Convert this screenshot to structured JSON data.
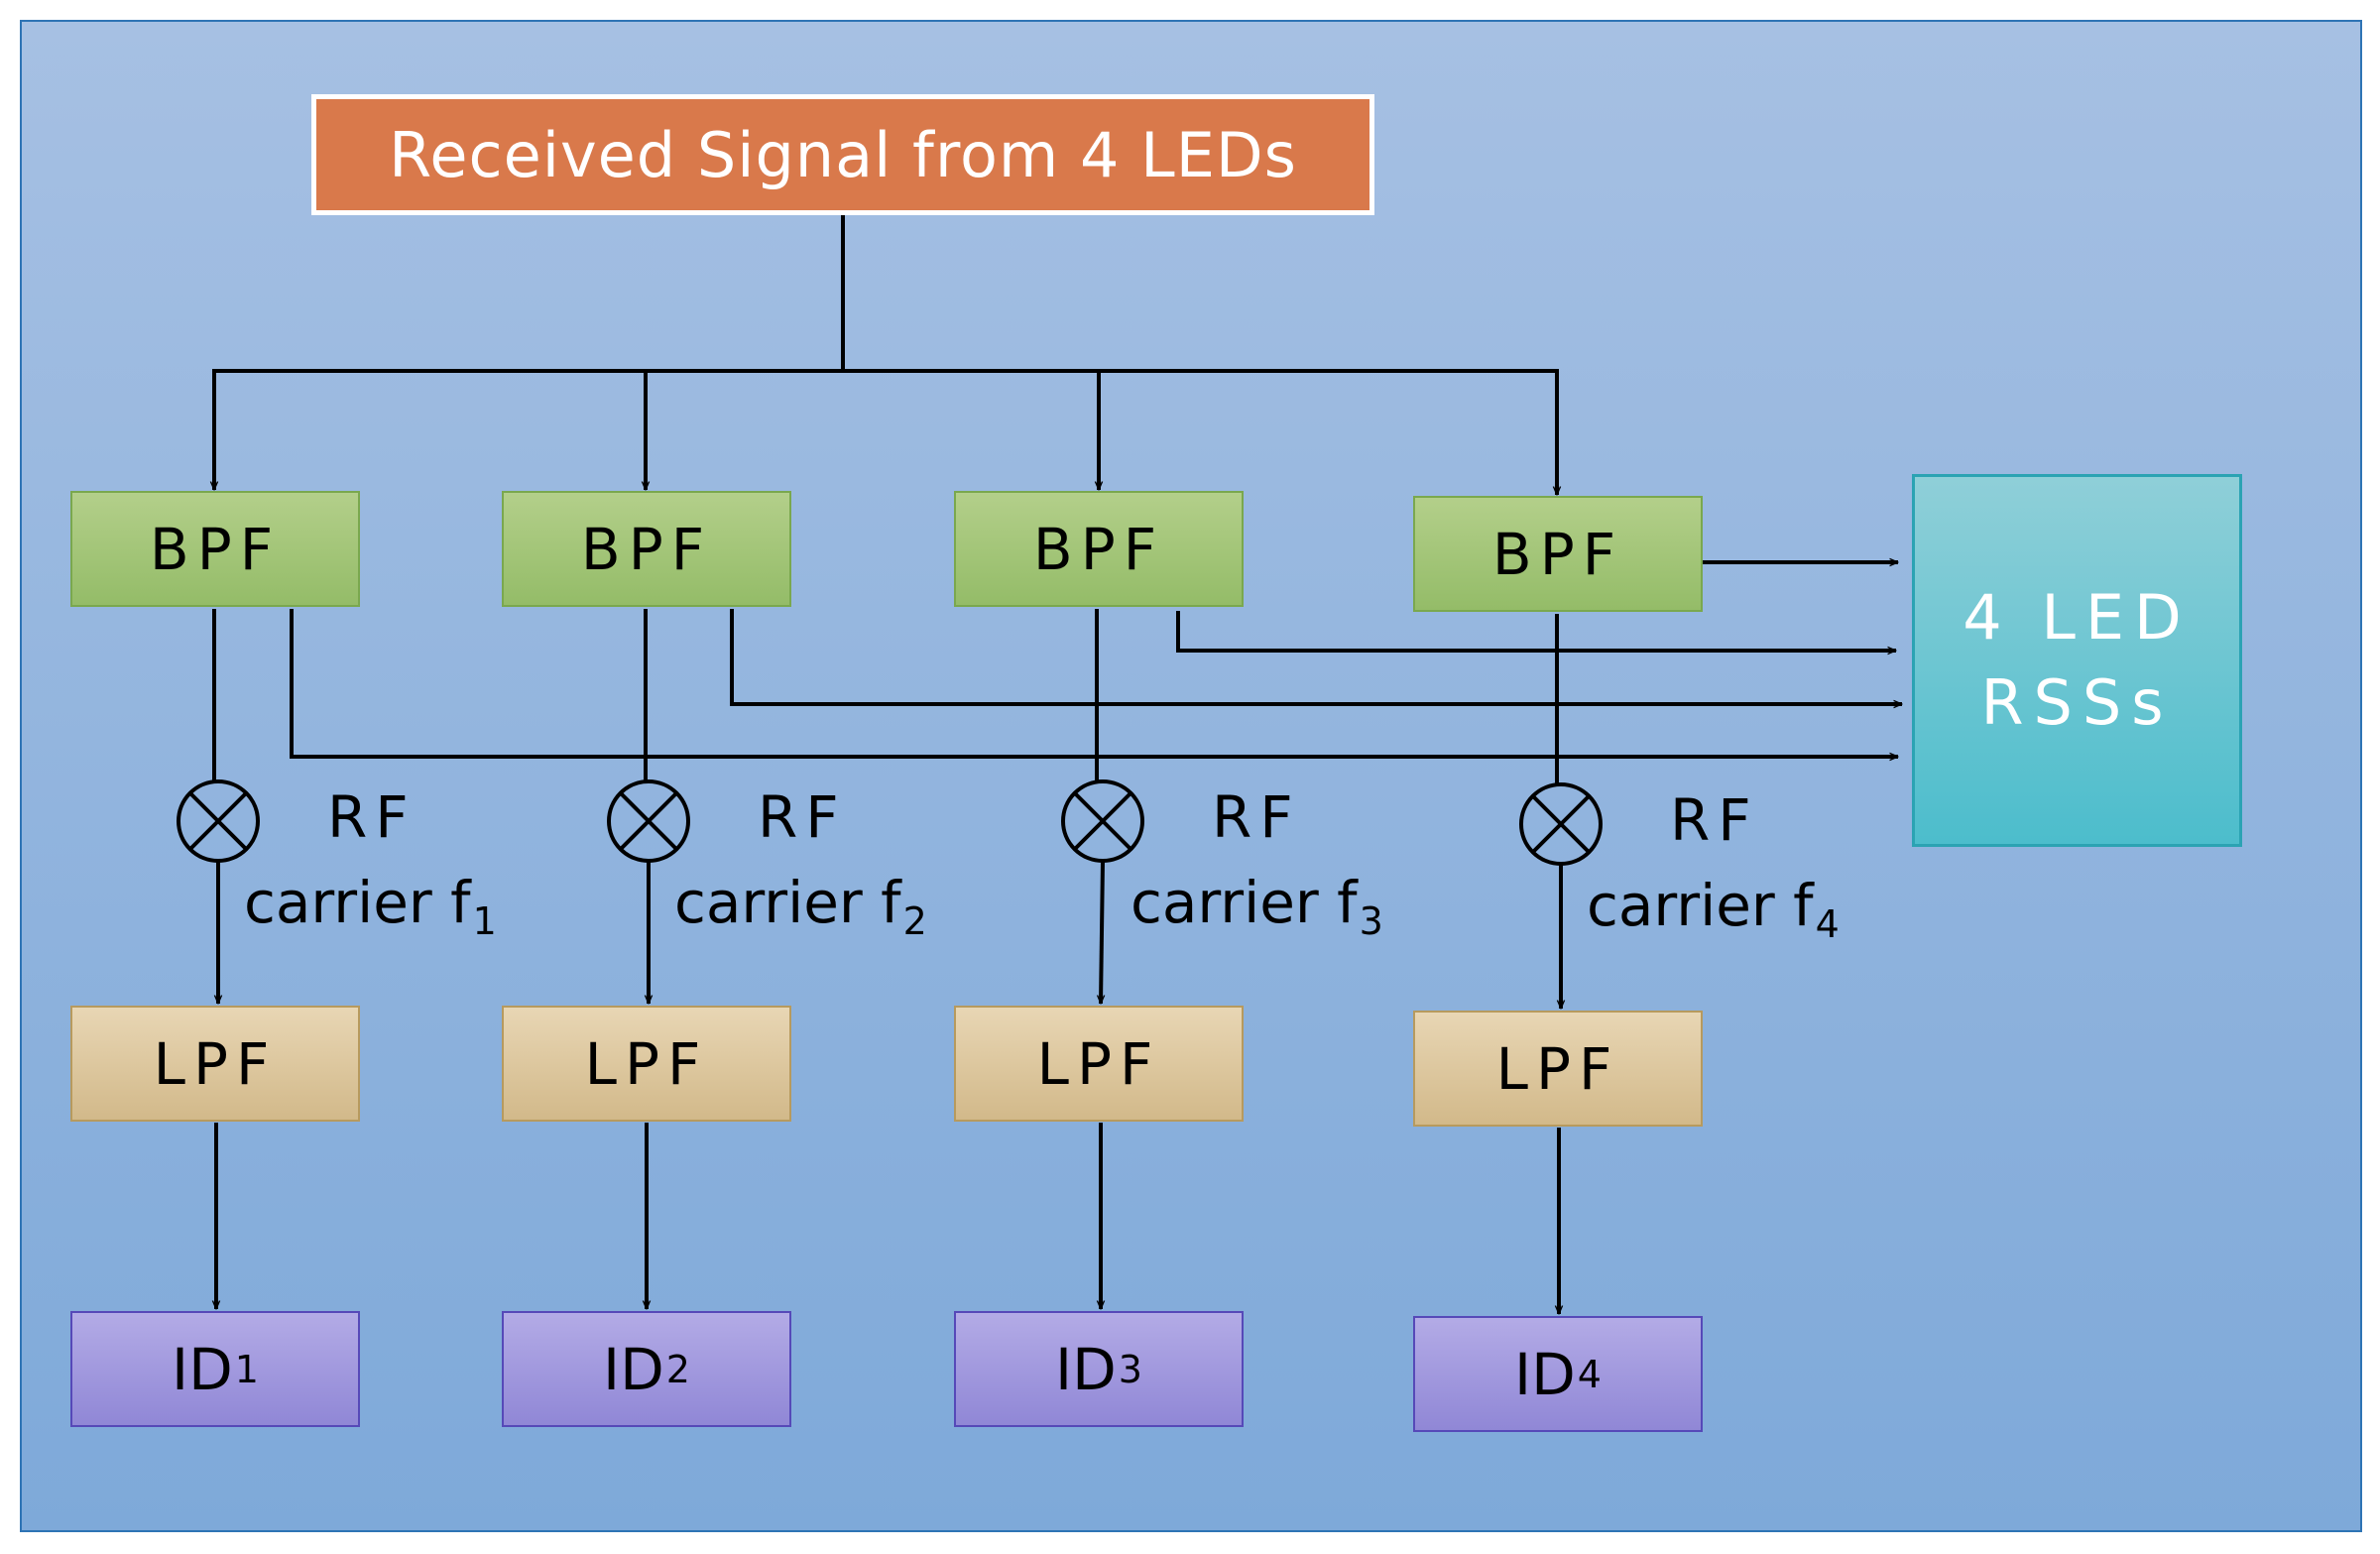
{
  "title": "Received Signal from 4 LEDs",
  "bpf_label": "BPF",
  "lpf_label": "LPF",
  "rf_label": "RF",
  "carrier_prefix": "carrier f",
  "subscripts": [
    "1",
    "2",
    "3",
    "4"
  ],
  "id_prefix": "ID",
  "rss_box": {
    "line1": "4 LED",
    "line2": "RSSs"
  },
  "colors": {
    "background": "#8fb3de",
    "title_fill": "#d9794b",
    "bpf_fill": "#a6c67a",
    "lpf_fill": "#ddc79f",
    "id_fill": "#a39bde",
    "rss_fill": "#6fc7d2",
    "wire": "#000000"
  },
  "icons": {
    "mixer": "multiplier-circle-x-icon",
    "arrow": "arrowhead-icon"
  }
}
